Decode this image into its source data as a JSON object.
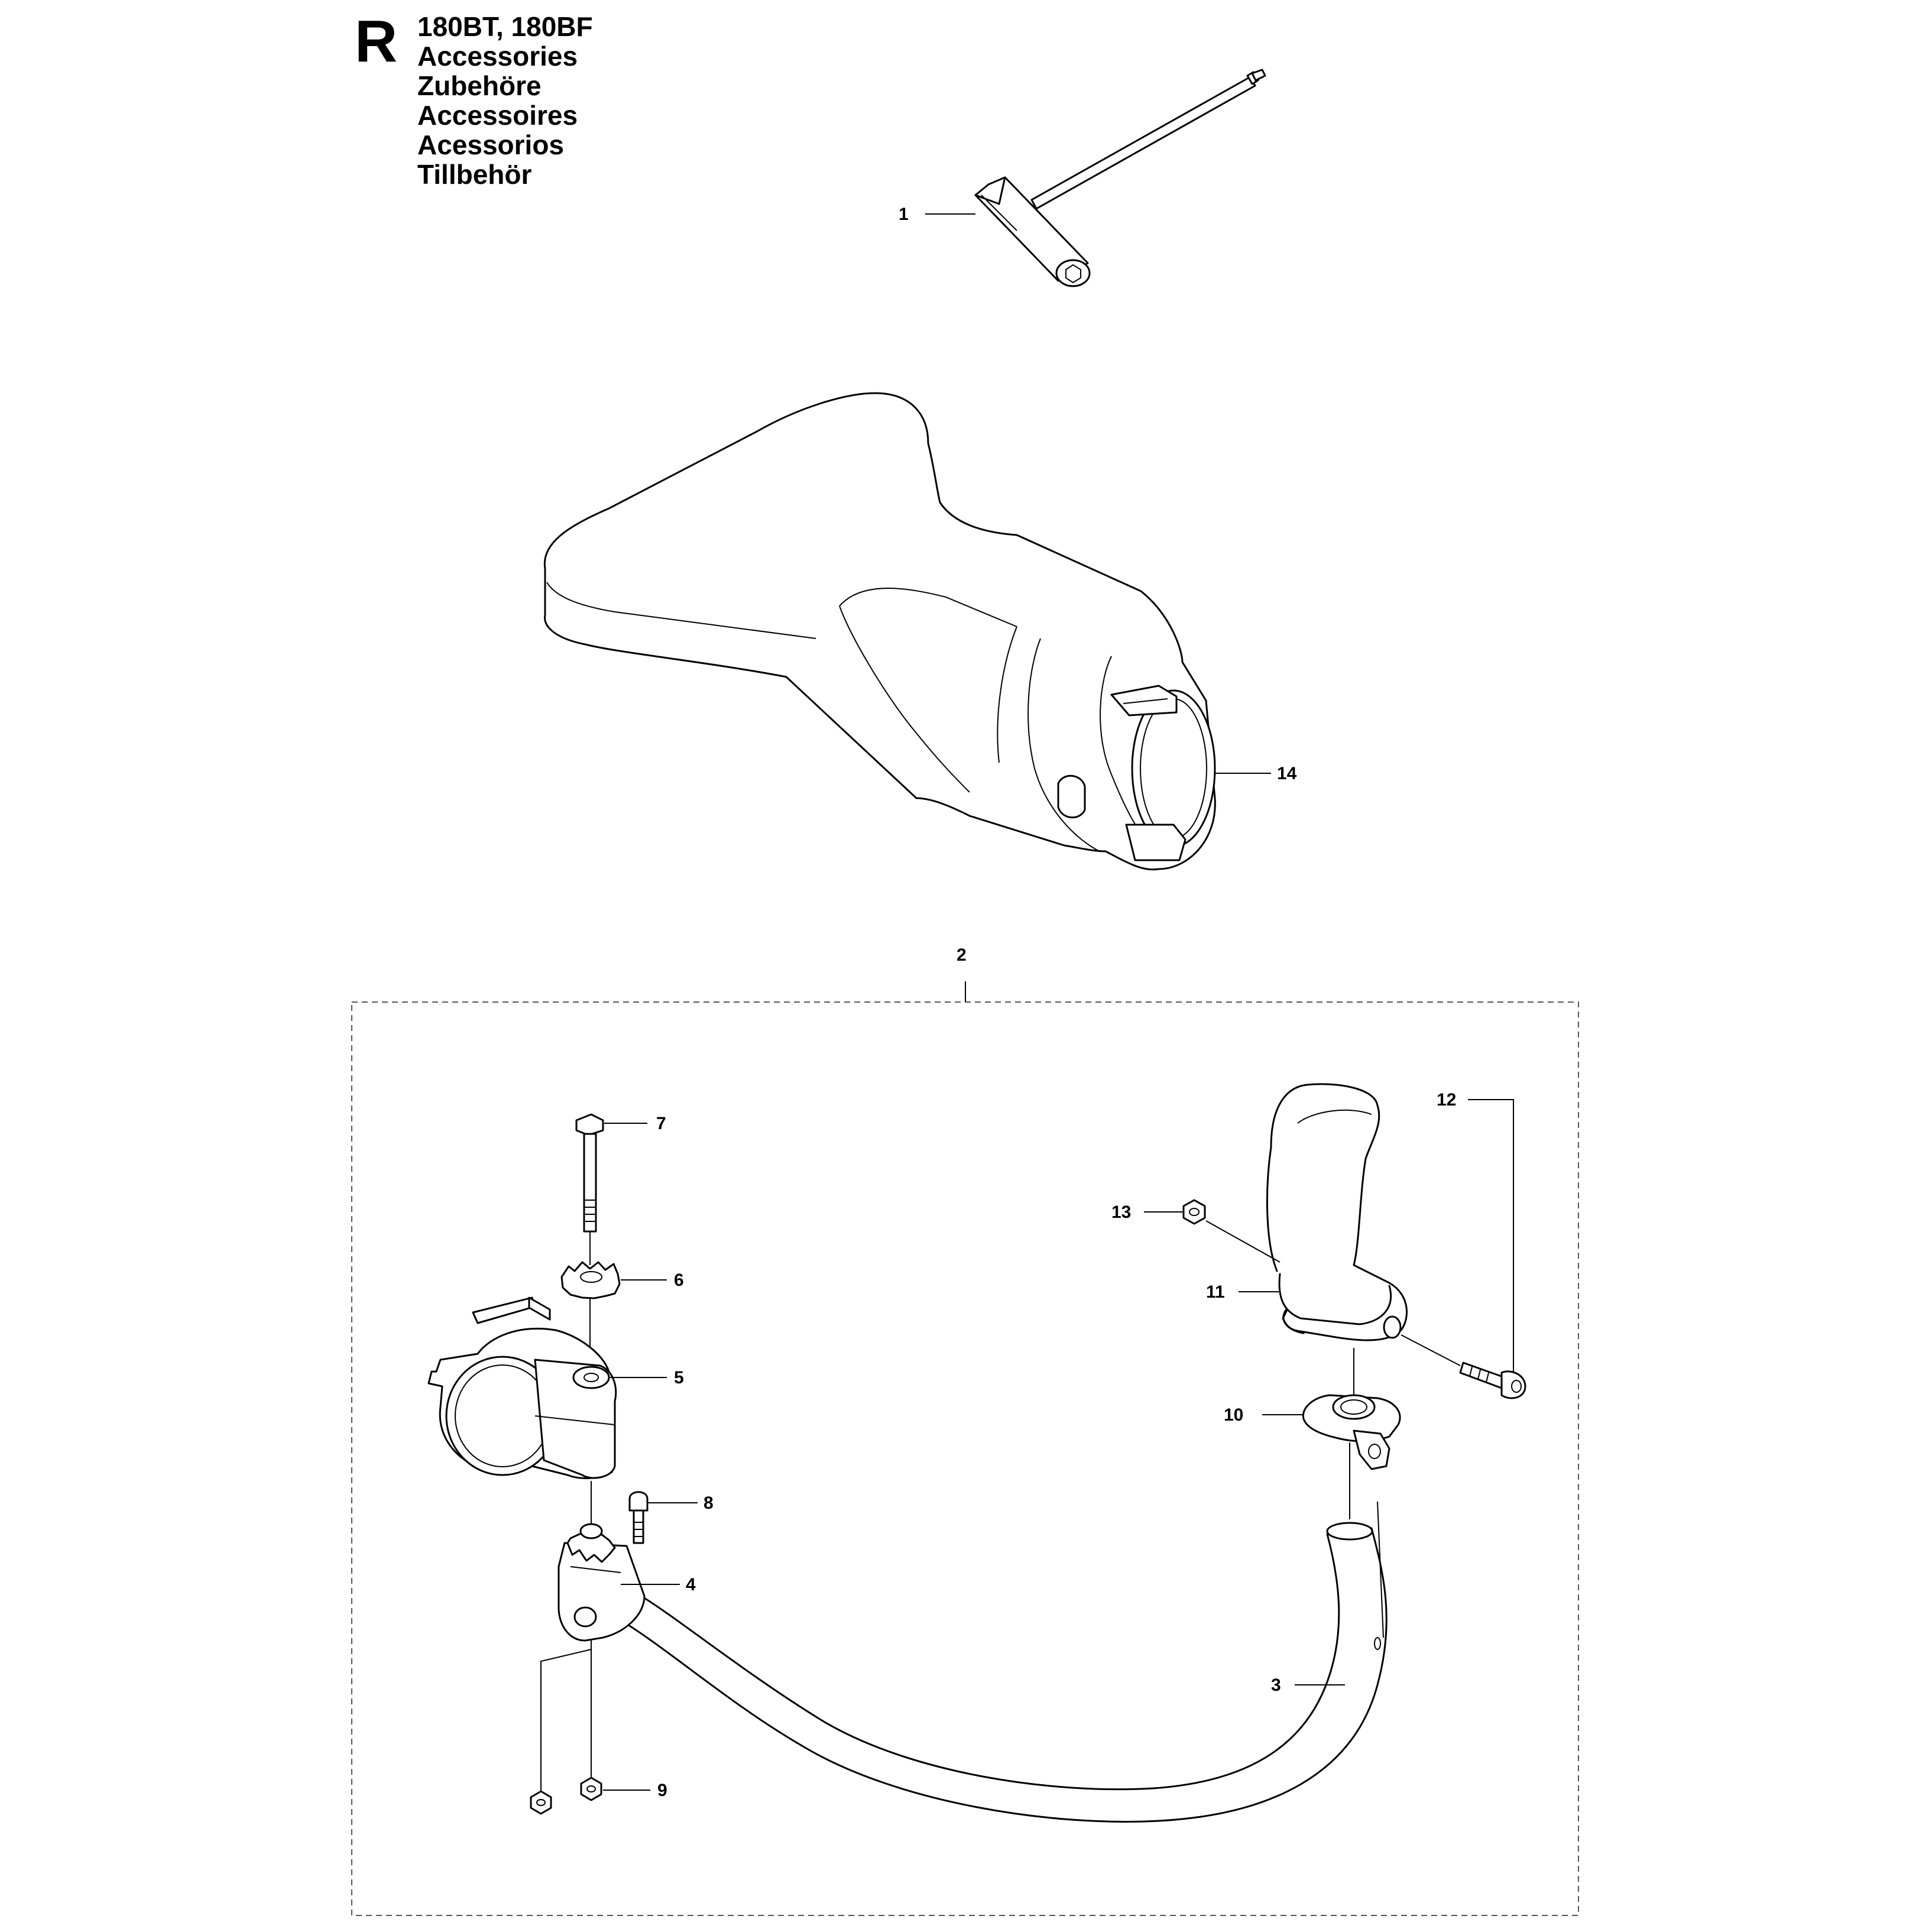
{
  "header": {
    "section_letter": "R",
    "model": "180BT, 180BF",
    "titles": [
      "Accessories",
      "Zubehöre",
      "Accessoires",
      "Acessorios",
      "Tillbehör"
    ]
  },
  "callouts": {
    "c1": "1",
    "c2": "2",
    "c3": "3",
    "c4": "4",
    "c5": "5",
    "c6": "6",
    "c7": "7",
    "c8": "8",
    "c9": "9",
    "c10": "10",
    "c11": "11",
    "c12": "12",
    "c13": "13",
    "c14": "14"
  },
  "colors": {
    "line": "#000000",
    "background": "#ffffff",
    "dashed_box": "#555555"
  }
}
